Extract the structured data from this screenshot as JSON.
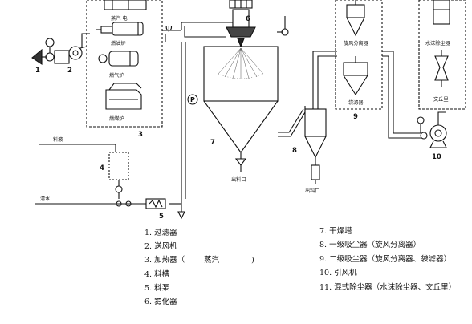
{
  "diagram": {
    "numbers": {
      "n1": "1",
      "n2": "2",
      "n3": "3",
      "n4": "4",
      "n5": "5",
      "n6": "6",
      "n7": "7",
      "n8": "8",
      "n9": "9",
      "n10": "10"
    },
    "heater_labels": {
      "steam_electric": "蒸汽 电",
      "oil_furnace": "燃油炉",
      "gas_furnace": "燃气炉",
      "coal_furnace": "燃煤炉"
    },
    "separators": {
      "cyclone": "旋风分离器",
      "bag": "袋滤器",
      "water_film": "水沫除尘器",
      "venturi": "文丘里"
    },
    "feed_labels": {
      "material_liquid": "料液",
      "clean_water": "清水"
    },
    "outlets": {
      "dryer_outlet": "出料口",
      "cyclone_outlet": "出料口"
    },
    "gauge_symbol": "P"
  },
  "legend": {
    "left": [
      "1. 过滤器",
      "2. 送风机",
      "3. 加热器（",
      "4. 料槽",
      "5. 料泵",
      "6. 雾化器"
    ],
    "heater_fill": "蒸汽",
    "heater_close": ")",
    "right": [
      "7. 干燥塔",
      "8. 一级吸尘器（旋风分离器）",
      "9. 二级吸尘器（旋风分离器、袋滤器）",
      "10. 引风机",
      "11. 混式除尘器（水沫除尘器、文丘里）"
    ]
  }
}
